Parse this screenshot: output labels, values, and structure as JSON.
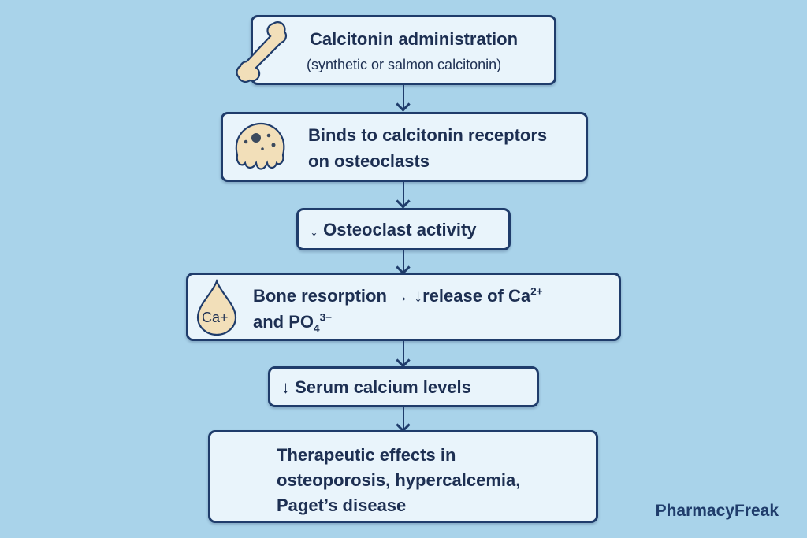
{
  "steps": [
    {
      "title": "Calcitonin administration",
      "subtitle": "(synthetic or salmon calcitonin)",
      "icon": "bone-icon"
    },
    {
      "line1": "Binds to calcitonin receptors",
      "line2": "on osteoclasts",
      "icon": "osteoclast-icon"
    },
    {
      "text": "↓ Osteoclast activity"
    },
    {
      "line1_pre": "Bone resorption → ↓release of Ca",
      "line1_sup": "2+",
      "line2_pre": "and PO",
      "line2_sub": "4",
      "line2_sup": "3−",
      "icon": "calcium-drop-icon",
      "icon_label": "Ca+"
    },
    {
      "text": "↓ Serum calcium levels"
    },
    {
      "line1": "Therapeutic effects in",
      "line2": "osteoporosis, hypercalcemia,",
      "line3": "Paget’s disease"
    }
  ],
  "brand": "PharmacyFreak",
  "colors": {
    "background": "#a9d3ea",
    "box_fill": "#e9f4fb",
    "border": "#1f3c6b",
    "icon_fill": "#f2dfb9"
  }
}
